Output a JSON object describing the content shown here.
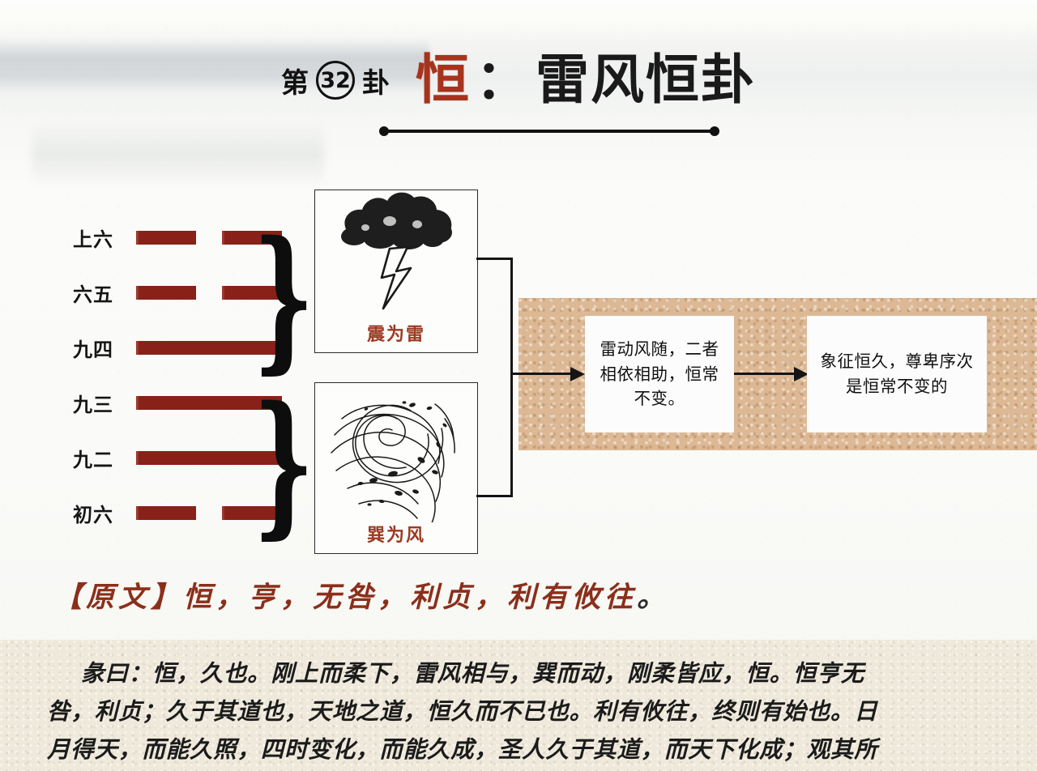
{
  "header": {
    "prefix": "第",
    "number": "32",
    "suffix": "卦",
    "title_red": "恒",
    "title_colon": "：",
    "title_black": "雷风恒卦"
  },
  "hexagram": {
    "name": "雷风恒",
    "lines": [
      {
        "label": "上六",
        "type": "broken"
      },
      {
        "label": "六五",
        "type": "broken"
      },
      {
        "label": "九四",
        "type": "solid"
      },
      {
        "label": "九三",
        "type": "solid"
      },
      {
        "label": "九二",
        "type": "solid"
      },
      {
        "label": "初六",
        "type": "broken"
      }
    ],
    "line_color": "#8e2219"
  },
  "trigrams": [
    {
      "caption": "震为雷",
      "icon": "thunder-cloud-icon"
    },
    {
      "caption": "巽为风",
      "icon": "wind-swirl-icon"
    }
  ],
  "notes": [
    {
      "text": "雷动风随，二者相依相助，恒常不变。"
    },
    {
      "text": "象征恒久，尊卑序次是恒常不变的"
    }
  ],
  "yuanwen": {
    "label": "【原文】",
    "text": "恒，亨，无咎，利贞，利有攸往",
    "tail": "。"
  },
  "passage": {
    "lines": [
      "彖曰：恒，久也。刚上而柔下，雷风相与，巽而动，刚柔皆应，恒。恒亨无",
      "咎，利贞；久于其道也，天地之道，恒久而不已也。利有攸往，终则有始也。日",
      "月得天，而能久照，四时变化，而能久成，圣人久于其道，而天下化成；观其所"
    ]
  },
  "colors": {
    "accent_red": "#a8331d",
    "line_red": "#8e2219",
    "caption_red": "#9b3a21",
    "tan_band": "#dcb894",
    "passage_bg": "#efe9dc"
  }
}
